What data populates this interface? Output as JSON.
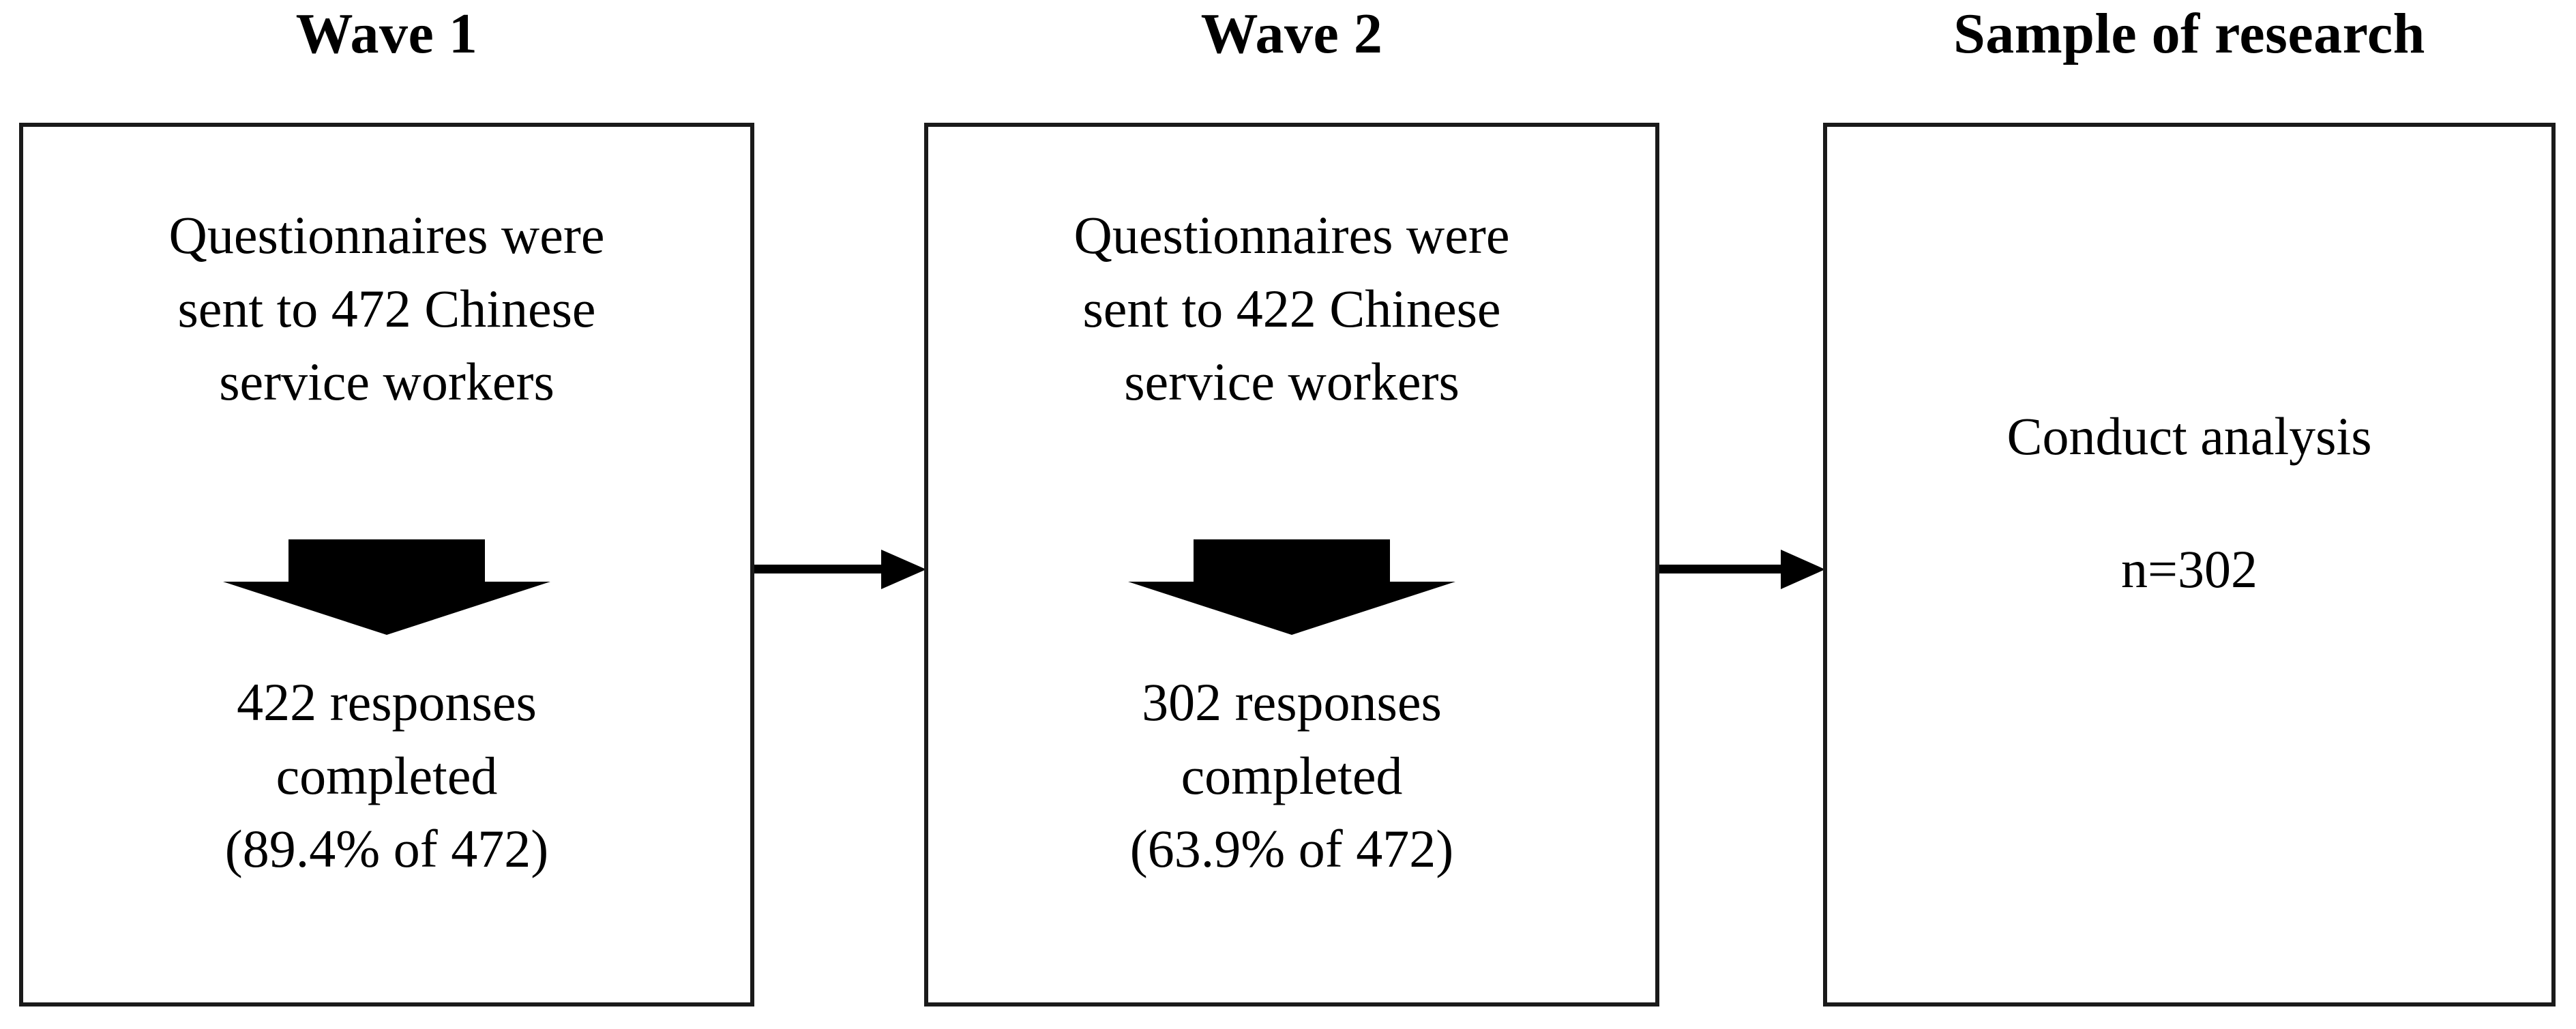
{
  "figure": {
    "type": "flowchart",
    "orientation": "horizontal",
    "background_color": "#ffffff",
    "line_color": "#1a1a1a",
    "text_color": "#000000"
  },
  "headers": [
    {
      "id": "wave1",
      "label": "Wave 1"
    },
    {
      "id": "wave2",
      "label": "Wave 2"
    },
    {
      "id": "sample",
      "label": "Sample of research"
    }
  ],
  "boxes": [
    {
      "id": "wave1",
      "header": "Wave 1",
      "top_lines": [
        "Questionnaires were",
        "sent to 472 Chinese",
        "service workers"
      ],
      "arrow_icon": "down-block-arrow",
      "bottom_lines": [
        "422 responses",
        "completed",
        "(89.4% of 472)"
      ],
      "sent_count": 472,
      "response_count": 422,
      "response_rate": "89.4%"
    },
    {
      "id": "wave2",
      "header": "Wave 2",
      "top_lines": [
        "Questionnaires were",
        "sent to 422 Chinese",
        "service workers"
      ],
      "arrow_icon": "down-block-arrow",
      "bottom_lines": [
        "302 responses",
        "completed",
        "(63.9% of 472)"
      ],
      "sent_count": 422,
      "response_count": 302,
      "response_rate": "63.9%"
    },
    {
      "id": "sample",
      "header": "Sample of research",
      "title": "Conduct analysis",
      "count_label": "n=302",
      "sample_size": 302
    }
  ],
  "connectors": [
    {
      "id": "wave1-to-wave2",
      "icon": "right-arrow",
      "from": "Wave 1",
      "to": "Wave 2"
    },
    {
      "id": "wave2-to-sample",
      "icon": "right-arrow",
      "from": "Wave 2",
      "to": "Sample of research"
    }
  ]
}
